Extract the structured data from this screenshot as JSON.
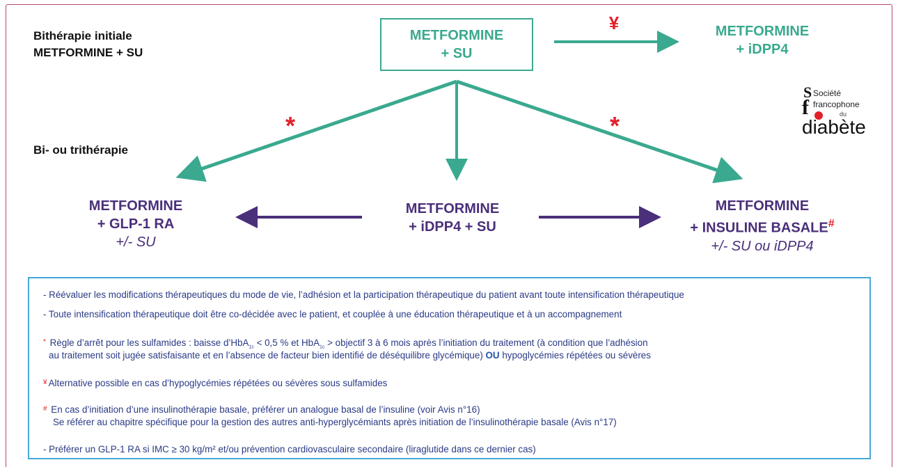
{
  "header": {
    "initial_line1": "Bithérapie initiale",
    "initial_line2": "METFORMINE + SU",
    "bi_tri": "Bi- ou trithérapie"
  },
  "nodes": {
    "met_su": {
      "line1": "METFORMINE",
      "line2": "+ SU"
    },
    "met_idpp4": {
      "line1": "METFORMINE",
      "line2": "+ iDPP4"
    },
    "met_glp1": {
      "line1": "METFORMINE",
      "line2": "+ GLP-1 RA",
      "line3": "+/- SU"
    },
    "met_idpp4_su": {
      "line1": "METFORMINE",
      "line2": "+ iDPP4 + SU"
    },
    "met_insuline": {
      "line1": "METFORMINE",
      "line2": "+ INSULINE BASALE",
      "mark": "#",
      "line3": "+/- SU ou iDPP4"
    }
  },
  "markers": {
    "yen": "¥",
    "star_left": "*",
    "star_right": "*"
  },
  "logo": {
    "line1": "Société",
    "line2": "francophone",
    "line3": "du",
    "line4": "diabète"
  },
  "notes": {
    "n1": "- Réévaluer les modifications thérapeutiques du mode de vie, l’adhésion et la participation thérapeutique du patient avant toute intensification thérapeutique",
    "n2": "- Toute intensification thérapeutique doit être co-décidée avec le patient, et couplée à une éducation thérapeutique et à un accompagnement",
    "n3_mark": "*",
    "n3_a": " Règle d’arrêt pour les sulfamides : baisse d’HbA",
    "n3_sub1": "1c",
    "n3_b": " < 0,5 % et HbA",
    "n3_sub2": "1c",
    "n3_c": " > objectif 3 à 6 mois après l’initiation du traitement (à condition que l’adhésion",
    "n3_line2": "au traitement soit jugée satisfaisante et en l’absence de facteur bien identifié de déséquilibre glycémique) ",
    "n3_ou": "OU",
    "n3_line2_end": " hypoglycémies répétées ou sévères",
    "n4_mark": "¥",
    "n4": "Alternative possible en cas d’hypoglycémies répétées ou sévères sous sulfamides",
    "n5_mark": "#",
    "n5_line1": " En cas d’initiation d’une insulinothérapie basale, préférer un analogue basal de l’insuline (voir Avis n°16)",
    "n5_line2": "Se référer au chapitre spécifique pour la gestion des autres anti-hyperglycémiants après initiation de l’insulinothérapie basale (Avis n°17)",
    "n6": "- Préférer un GLP-1 RA si IMC ≥ 30 kg/m² et/ou prévention cardiovasculaire secondaire (liraglutide dans ce dernier cas)"
  },
  "colors": {
    "teal": "#3aa98f",
    "purple": "#4a2f7a",
    "red": "#e3202a",
    "frame": "#b3446c",
    "info_border": "#44a8d7",
    "note_text": "#2a3a85"
  }
}
